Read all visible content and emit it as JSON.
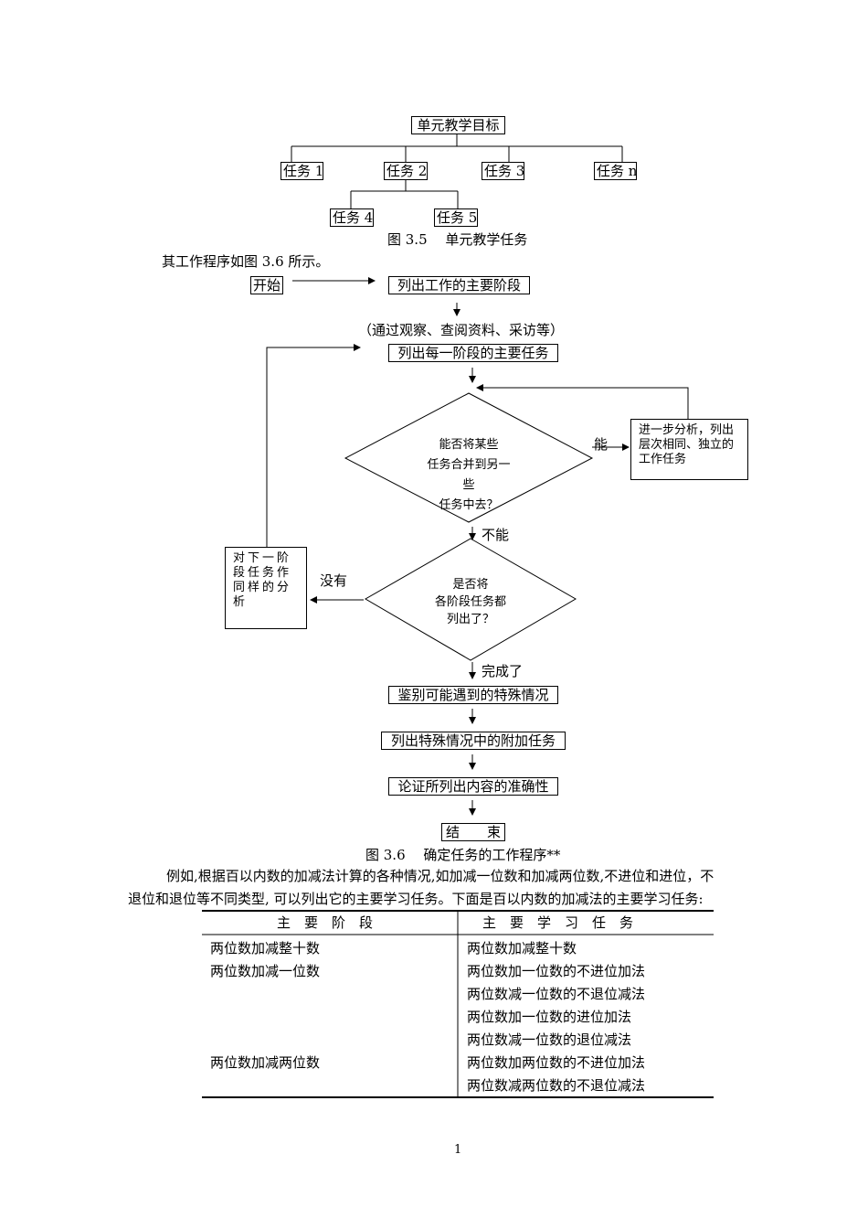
{
  "tree": {
    "root": "单元教学目标",
    "tasks": [
      "任务 1",
      "任务 2",
      "任务 3",
      "任务 n"
    ],
    "sub_tasks": [
      "任务 4",
      "任务 5"
    ],
    "caption": "图 3.5　 单元教学任务"
  },
  "intro": "其工作程序如图 3.6 所示。",
  "flow": {
    "start": "开始",
    "step1": "列出工作的主要阶段",
    "note": "（通过观察、查阅资料、采访等）",
    "step2": "列出每一阶段的主要任务",
    "decision1": [
      "能否将某些",
      "任务合并到另一",
      "些",
      "任务中去？"
    ],
    "yes_label": "能",
    "side_right": "进一步分析，列出层次相同、独立的工作任务",
    "no_label": "不能",
    "decision2": [
      "是否将",
      "各阶段任务都",
      "列出了？"
    ],
    "missing_label": "没有",
    "side_left": "对下一阶段任务作同样的分析",
    "done_label": "完成了",
    "step3": "鉴别可能遇到的特殊情况",
    "step4": "列出特殊情况中的附加任务",
    "step5": "论证所列出内容的准确性",
    "end": "结　　束",
    "caption": "图 3.6　 确定任务的工作程序**"
  },
  "paragraph": {
    "line1": "例如,根据百以内数的加减法计算的各种情况,如加减一位数和加减两位数,不进位和进位，不",
    "line2": "退位和退位等不同类型, 可以列出它的主要学习任务。下面是百以内数的加减法的主要学习任务:"
  },
  "table": {
    "headers": [
      "主　要　阶　段",
      "主　要　学　习　任　务"
    ],
    "rows": [
      [
        "两位数加减整十数",
        "两位数加减整十数"
      ],
      [
        "两位数加减一位数",
        "两位数加一位数的不进位加法"
      ],
      [
        "",
        "两位数减一位数的不退位减法"
      ],
      [
        "",
        "两位数加一位数的进位加法"
      ],
      [
        "",
        "两位数减一位数的退位减法"
      ],
      [
        "两位数加减两位数",
        "两位数加两位数的不进位加法"
      ],
      [
        "",
        "两位数减两位数的不退位减法"
      ]
    ]
  },
  "page_number": "1"
}
